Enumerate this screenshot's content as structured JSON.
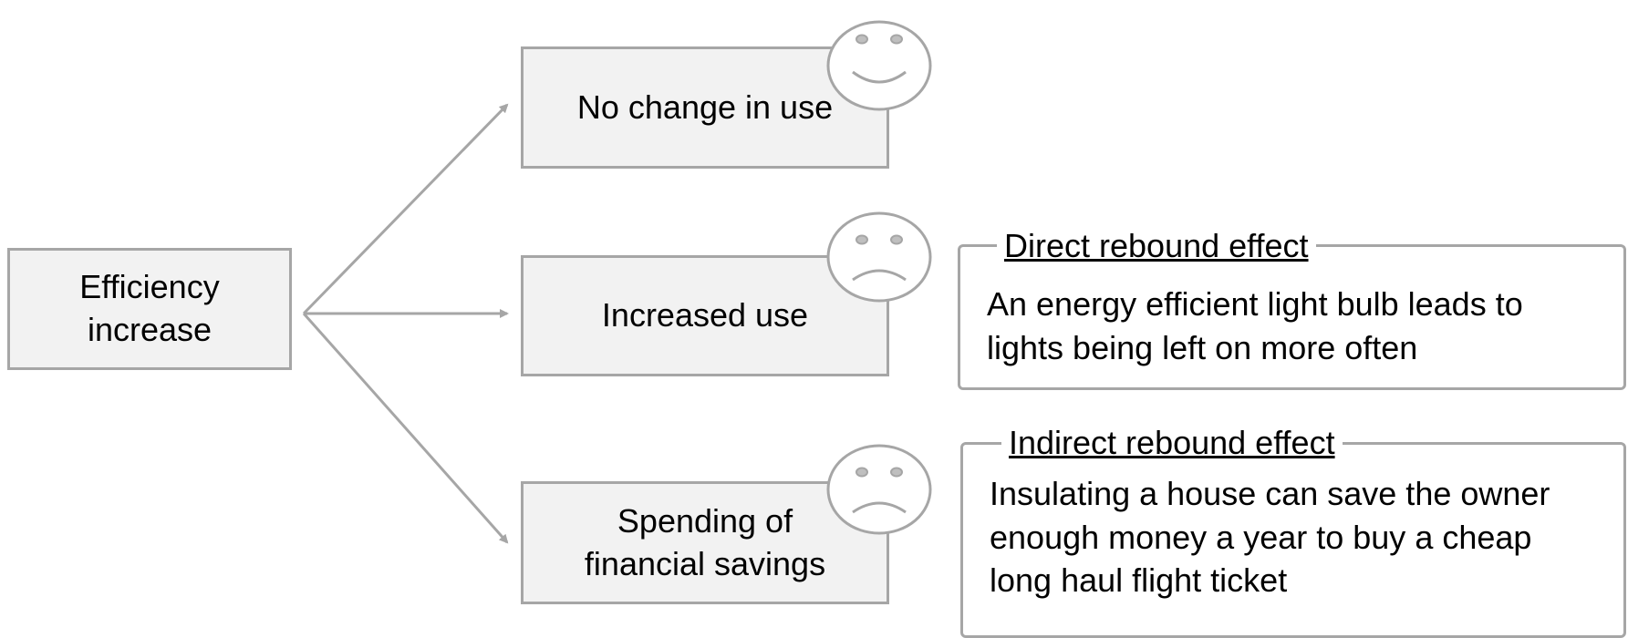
{
  "source": {
    "lines": [
      "Efficiency",
      "increase"
    ]
  },
  "outcomes": [
    {
      "lines": [
        "No change in use"
      ],
      "face": "smiling-face-icon"
    },
    {
      "lines": [
        "Increased use"
      ],
      "face": "frowning-face-icon"
    },
    {
      "lines": [
        "Spending of",
        "financial savings"
      ],
      "face": "frowning-face-icon"
    }
  ],
  "effects": [
    {
      "title": "Direct rebound effect",
      "body": [
        "An energy efficient light bulb leads to",
        "lights being left on more often"
      ]
    },
    {
      "title": "Indirect rebound effect",
      "body": [
        "Insulating a house can save the owner",
        "enough money a year to buy a cheap",
        "long haul flight ticket"
      ]
    }
  ],
  "colors": {
    "box_fill": "#f2f2f2",
    "stroke": "#a6a6a6",
    "text": "#000000"
  }
}
